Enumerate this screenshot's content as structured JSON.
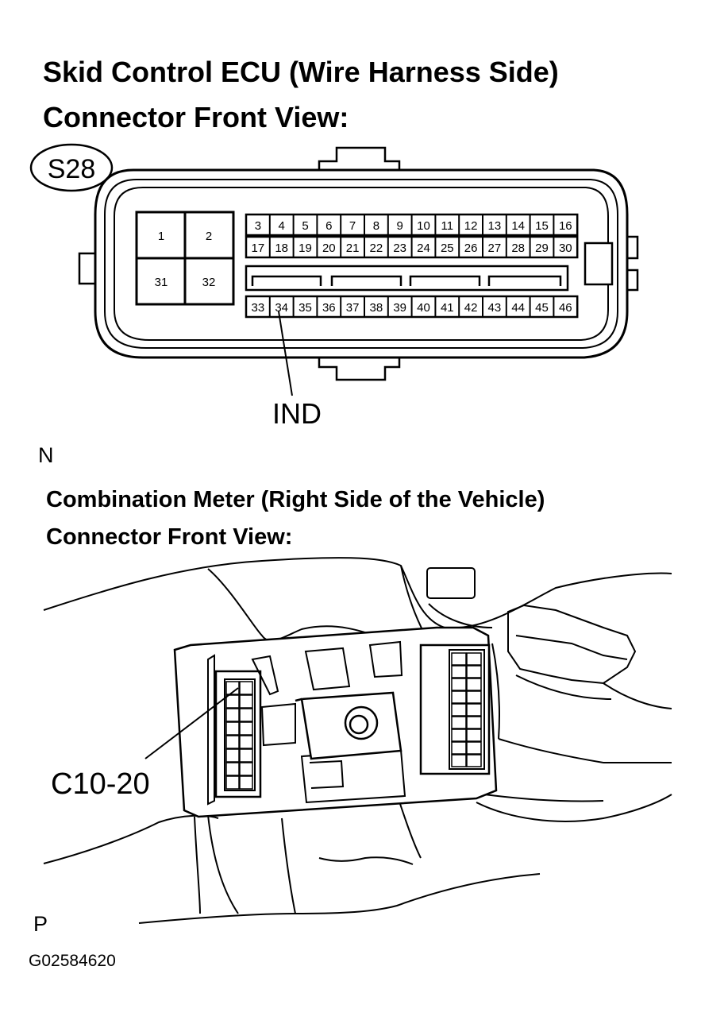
{
  "top_section": {
    "title_line1": "Skid Control ECU (Wire Harness Side)",
    "title_line2": "Connector Front View:",
    "connector_code": "S28",
    "large_pins": [
      "1",
      "2",
      "31",
      "32"
    ],
    "pin_row_1": [
      "3",
      "4",
      "5",
      "6",
      "7",
      "8",
      "9",
      "10",
      "11",
      "12",
      "13",
      "14",
      "15",
      "16"
    ],
    "pin_row_2": [
      "17",
      "18",
      "19",
      "20",
      "21",
      "22",
      "23",
      "24",
      "25",
      "26",
      "27",
      "28",
      "29",
      "30"
    ],
    "pin_row_3": [
      "33",
      "34",
      "35",
      "36",
      "37",
      "38",
      "39",
      "40",
      "41",
      "42",
      "43",
      "44",
      "45",
      "46"
    ],
    "terminal_label": "IND",
    "corner_letter": "N"
  },
  "bottom_section": {
    "title_line1": "Combination Meter (Right Side of the Vehicle)",
    "title_line2": "Connector Front View:",
    "connector_label": "C10-20",
    "corner_letter": "P"
  },
  "figure_code": "G02584620"
}
